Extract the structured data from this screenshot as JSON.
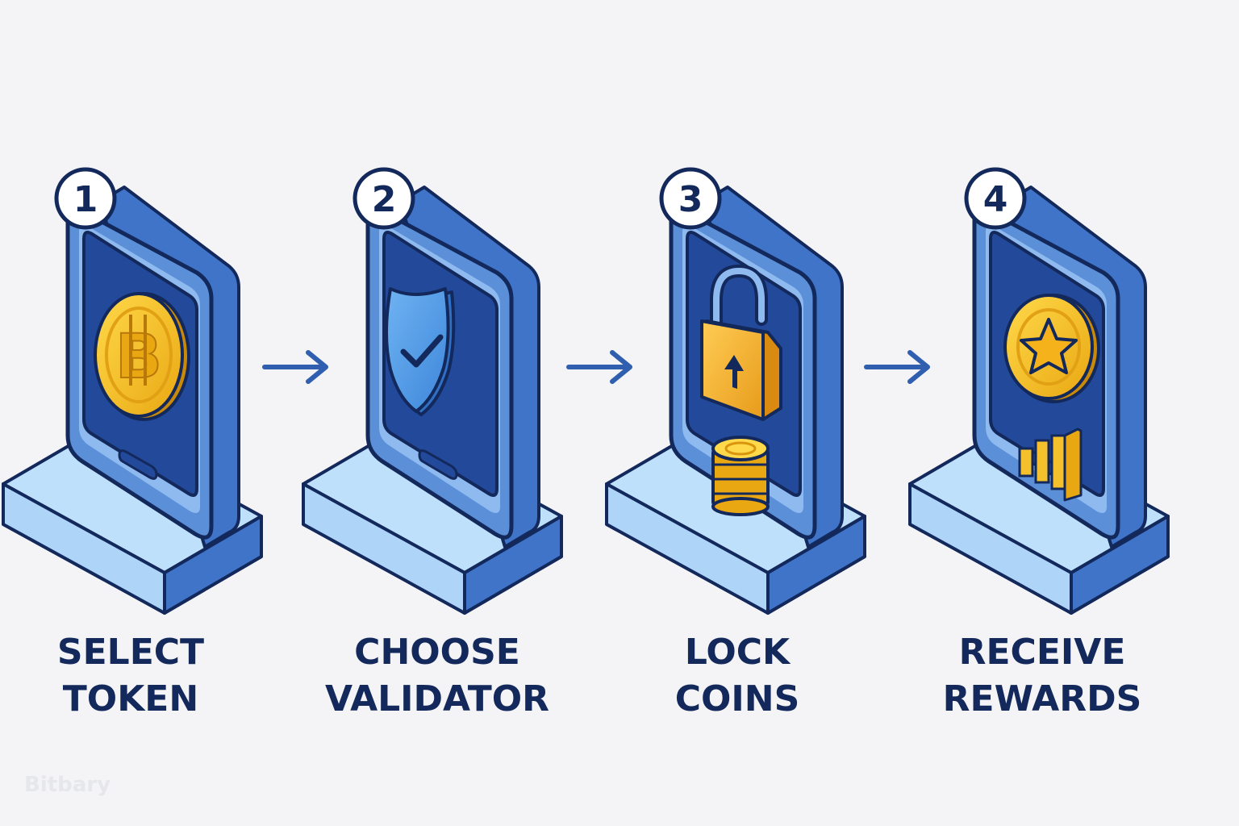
{
  "steps": [
    {
      "number": "1",
      "line1": "SELECT",
      "line2": "TOKEN",
      "icon": "bitcoin-coin-icon"
    },
    {
      "number": "2",
      "line1": "CHOOSE",
      "line2": "VALIDATOR",
      "icon": "shield-check-icon"
    },
    {
      "number": "3",
      "line1": "LOCK",
      "line2": "COINS",
      "icon": "padlock-coins-icon"
    },
    {
      "number": "4",
      "line1": "RECEIVE",
      "line2": "REWARDS",
      "icon": "star-coin-bar-chart-icon"
    }
  ],
  "watermark": "Bitbary",
  "colors": {
    "outline": "#13285b",
    "screen": "#22499a",
    "body": "#5b8fd8",
    "body_light": "#8fbaf0",
    "base_top": "#bfe0fb",
    "base_side": "#3f74c9",
    "coin": "#f4c02c",
    "arrow": "#2f5fae"
  }
}
